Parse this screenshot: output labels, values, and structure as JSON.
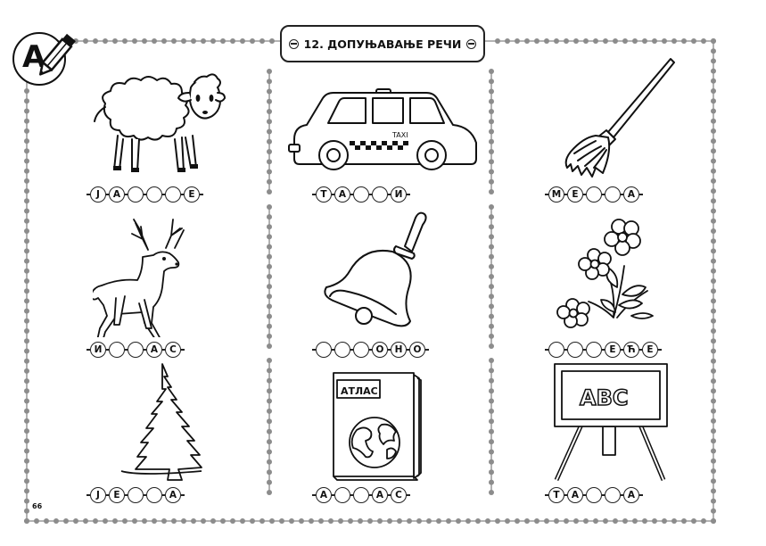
{
  "header": {
    "logo_letter": "A",
    "title": "12. ДОПУЊАВАЊЕ РЕЧИ"
  },
  "page_number": "66",
  "words": [
    {
      "picture": "sheep-icon",
      "letters": [
        "J",
        "А",
        "",
        "",
        "",
        "Е"
      ]
    },
    {
      "picture": "taxi-icon",
      "letters": [
        "Т",
        "А",
        "",
        "",
        "И"
      ],
      "picture_text": "TAXI"
    },
    {
      "picture": "broom-icon",
      "letters": [
        "М",
        "Е",
        "",
        "",
        "А"
      ]
    },
    {
      "picture": "deer-icon",
      "letters": [
        "И",
        "",
        "",
        "А",
        "С"
      ]
    },
    {
      "picture": "bell-icon",
      "letters": [
        "",
        "",
        "",
        "О",
        "Н",
        "О"
      ]
    },
    {
      "picture": "flowers-icon",
      "letters": [
        "",
        "",
        "",
        "Е",
        "Ћ",
        "Е"
      ]
    },
    {
      "picture": "fir-tree-icon",
      "letters": [
        "J",
        "Е",
        "",
        "",
        "А"
      ]
    },
    {
      "picture": "atlas-icon",
      "letters": [
        "А",
        "",
        "",
        "А",
        "С"
      ],
      "picture_text": "АТЛАС"
    },
    {
      "picture": "chalkboard-icon",
      "letters": [
        "Т",
        "А",
        "",
        "",
        "А"
      ],
      "picture_text": "ABC"
    }
  ]
}
